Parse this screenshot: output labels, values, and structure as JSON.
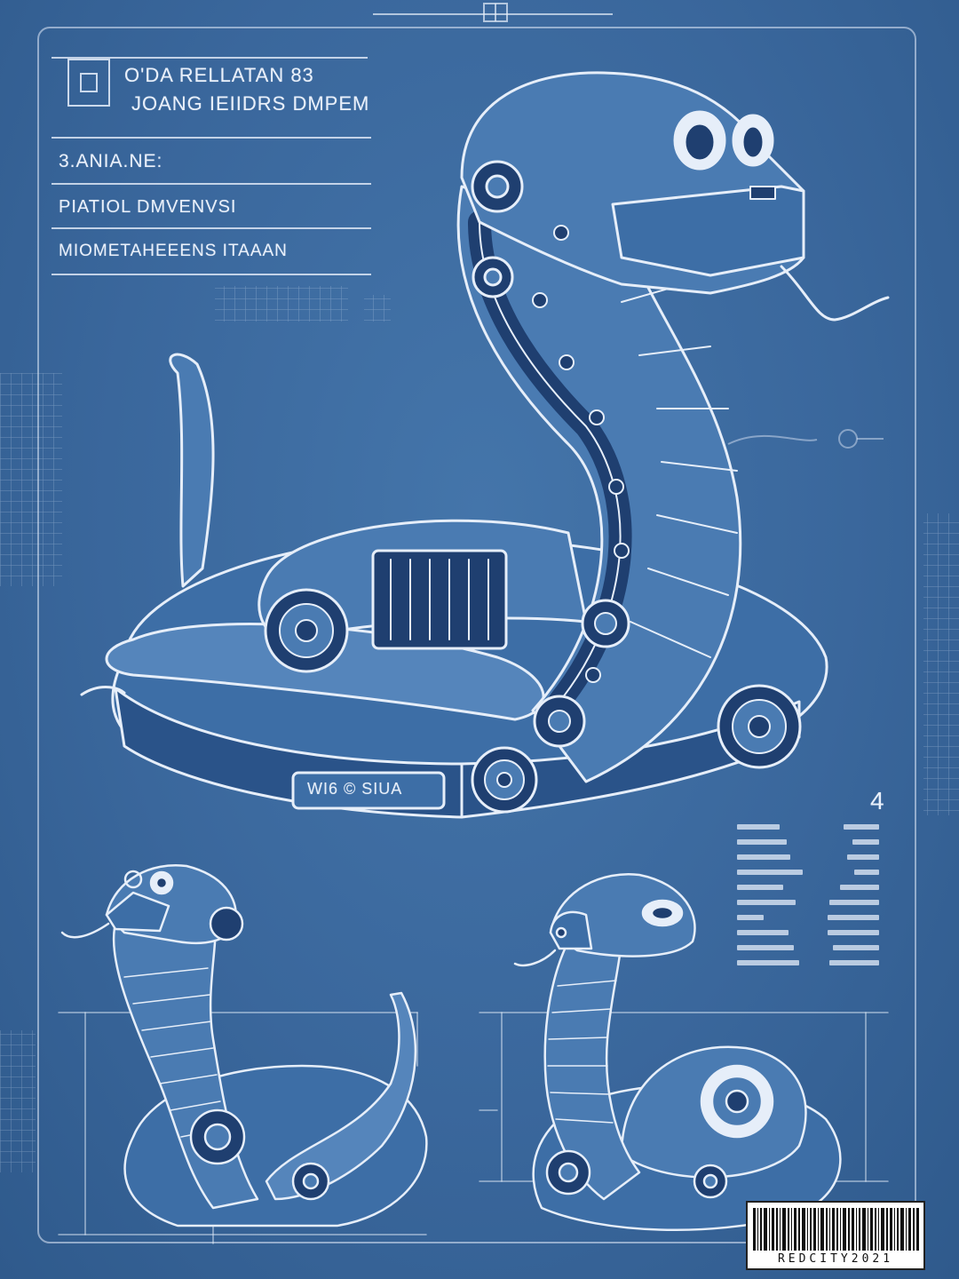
{
  "header": {
    "title_line1": "O'DA RELLATAN 83",
    "title_line2": "JOANG IEIIDRS DMPEM",
    "row1": "3.ANIA.NE:",
    "row2": "PIATIOL DMVENVSI",
    "row3": "MIOMETAHEEENS ITAAAN"
  },
  "label": {
    "plate": "WI6 © SIUA",
    "figure_number": "4"
  },
  "barcode": {
    "text": "REDCITY2021"
  },
  "colors": {
    "background": "#3a679c",
    "line": "#e6eef9",
    "dark_fill": "#1f3f70",
    "mid_fill": "#4a7bb2"
  }
}
